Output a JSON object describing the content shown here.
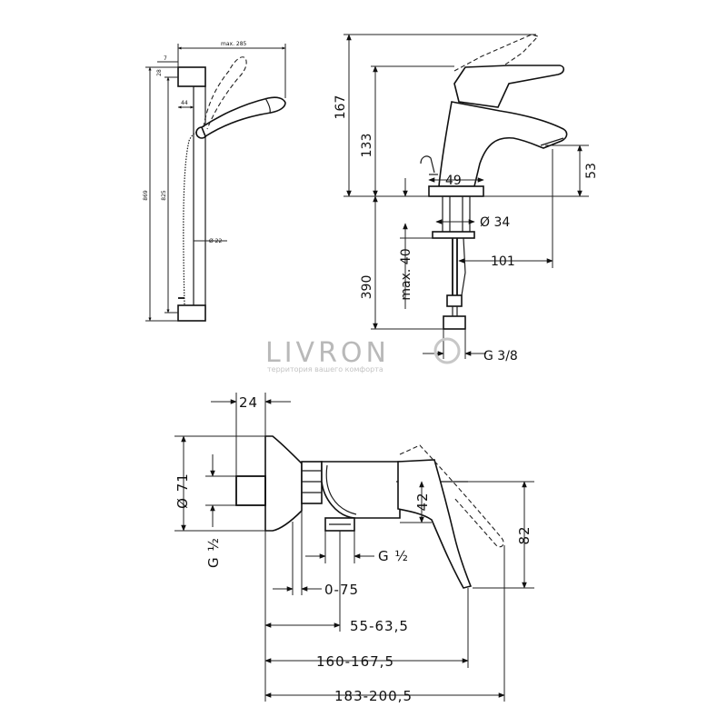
{
  "watermark": {
    "brand": "LIVRON",
    "tagline": "территория вашего комфорта",
    "color": "#b9b9b9"
  },
  "shower_rail": {
    "label_max_width": "max. 285",
    "label_7": "7",
    "label_28": "28",
    "label_44": "44",
    "label_diameter_22": "Ø 22",
    "label_height_total": "869",
    "label_height_rail": "825"
  },
  "basin_mixer": {
    "label_167": "167",
    "label_133": "133",
    "label_53": "53",
    "label_49": "49",
    "label_diameter_34": "Ø 34",
    "label_101": "101",
    "label_390": "390",
    "label_max_40": "max. 40",
    "label_g38": "G 3/8"
  },
  "shower_mixer": {
    "label_24": "24",
    "label_diameter_71": "Ø 71",
    "label_g12_left": "G ½",
    "label_g12_bottom": "G ½",
    "label_42": "42",
    "label_82": "82",
    "label_0_75": "0-75",
    "label_55_63": "55-63,5",
    "label_160_167": "160-167,5",
    "label_183_200": "183-200,5"
  }
}
